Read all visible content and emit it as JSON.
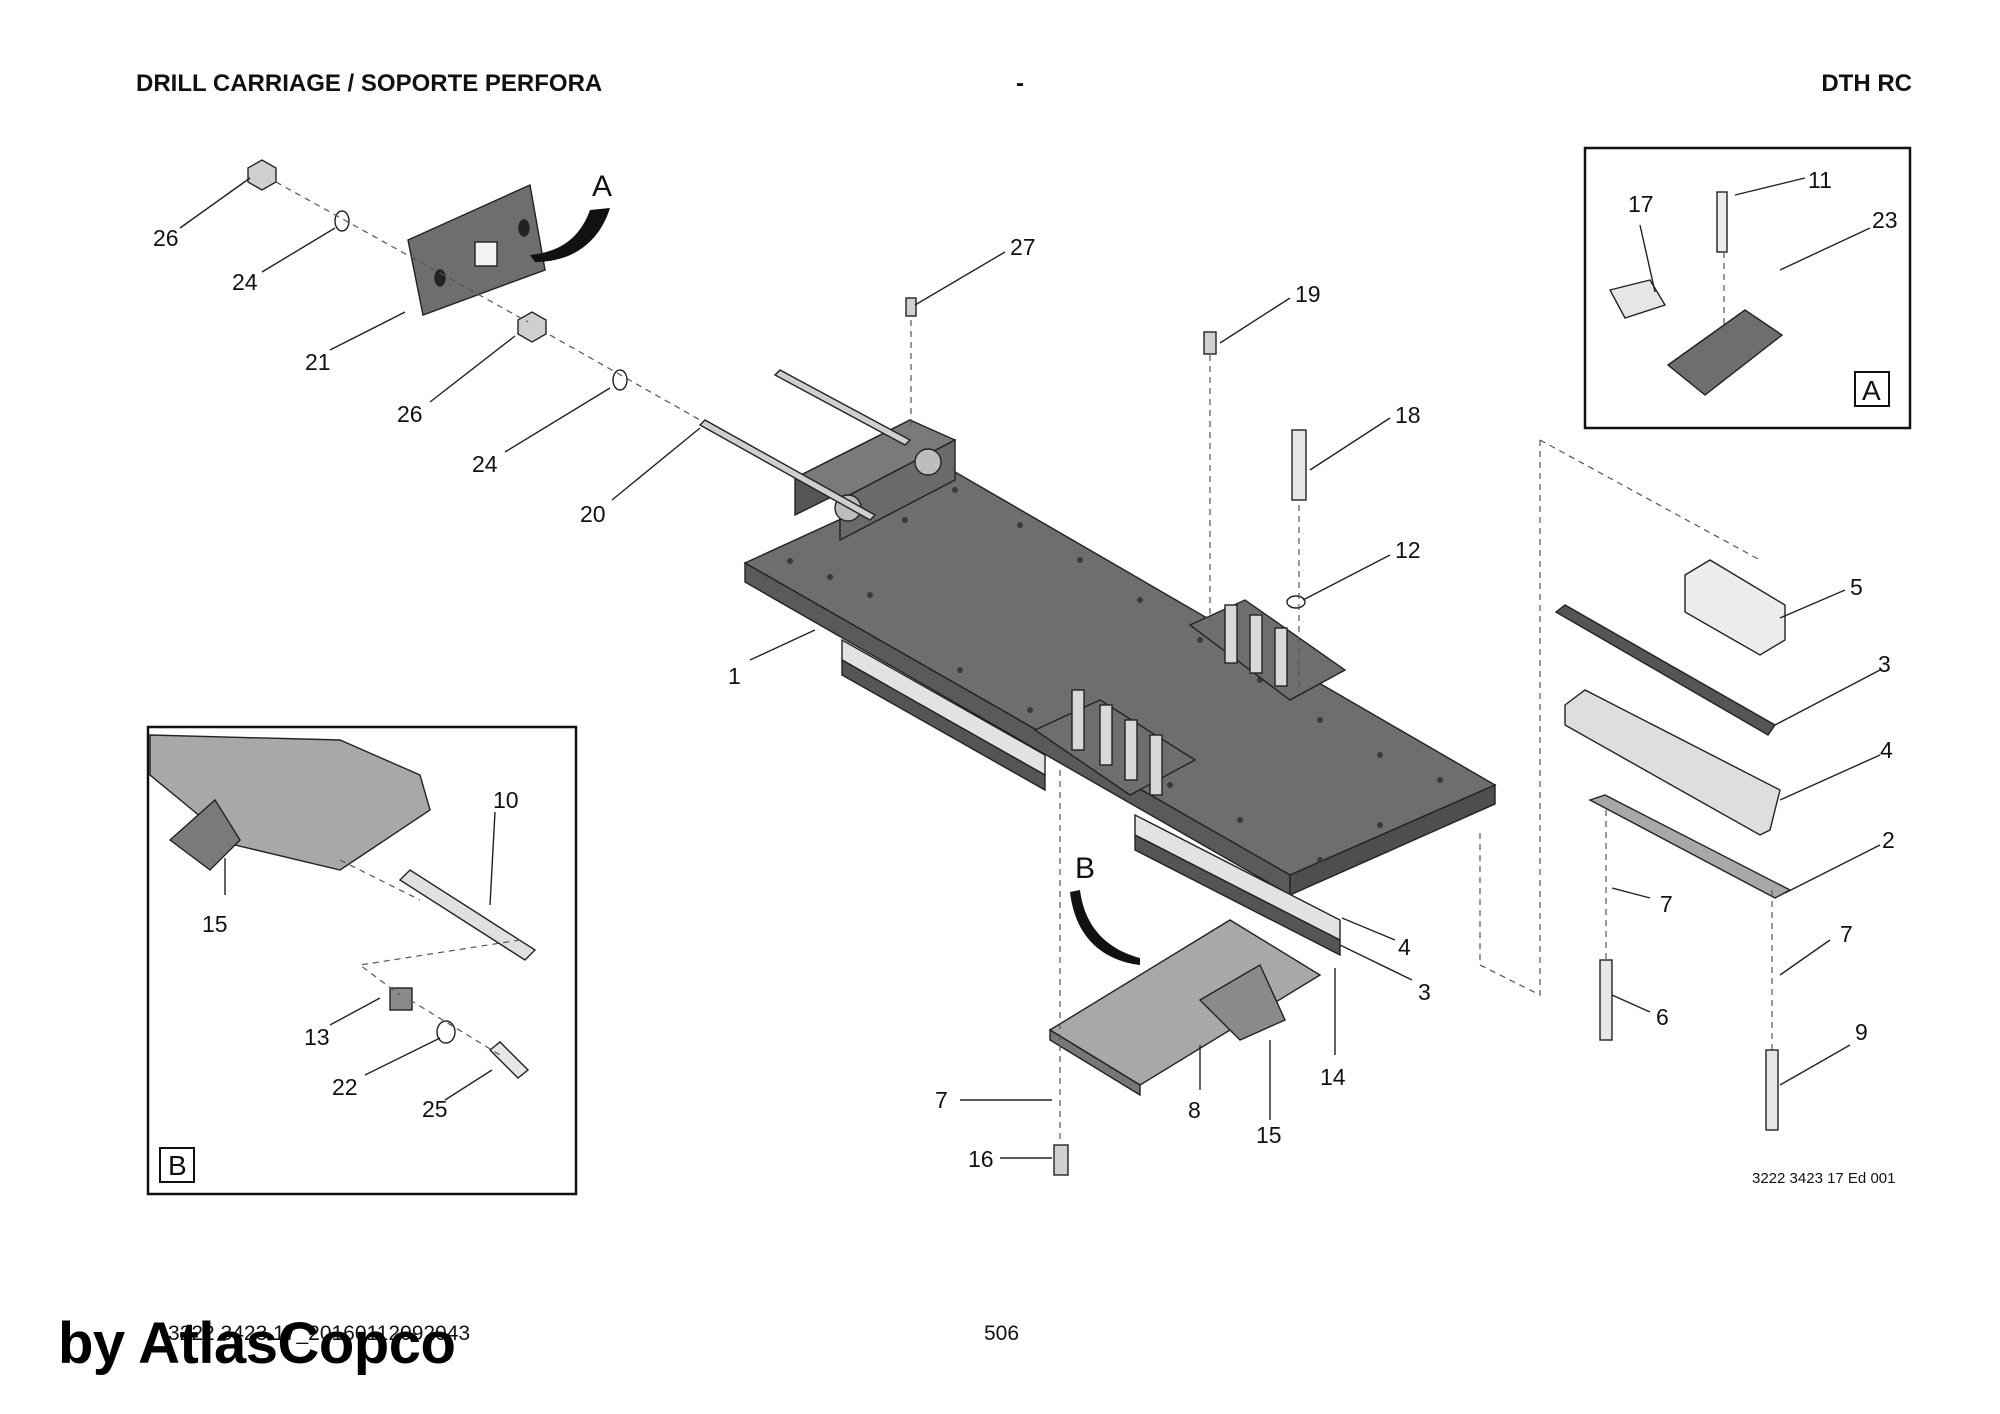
{
  "header": {
    "title_left": "DRILL CARRIAGE / SOPORTE PERFORA",
    "title_mid": "-",
    "title_right": "DTH RC"
  },
  "callouts": [
    "1",
    "2",
    "3",
    "4",
    "5",
    "6",
    "7",
    "8",
    "9",
    "10",
    "11",
    "12",
    "13",
    "14",
    "15",
    "16",
    "17",
    "18",
    "19",
    "20",
    "21",
    "22",
    "23",
    "24",
    "25",
    "26",
    "27",
    "A",
    "B"
  ],
  "detail_boxes": {
    "a_label": "A",
    "b_label": "B"
  },
  "drawing_ref": "3222 3423 17 Ed 001",
  "footer": {
    "doc_id": "3222 3423 17_20160112092043",
    "page": "506",
    "watermark": "by AtlasCopco"
  },
  "colors": {
    "part_dark": "#6e6e6e",
    "part_mid": "#a8a8a8",
    "part_light": "#e2e2e2",
    "line": "#222222"
  }
}
